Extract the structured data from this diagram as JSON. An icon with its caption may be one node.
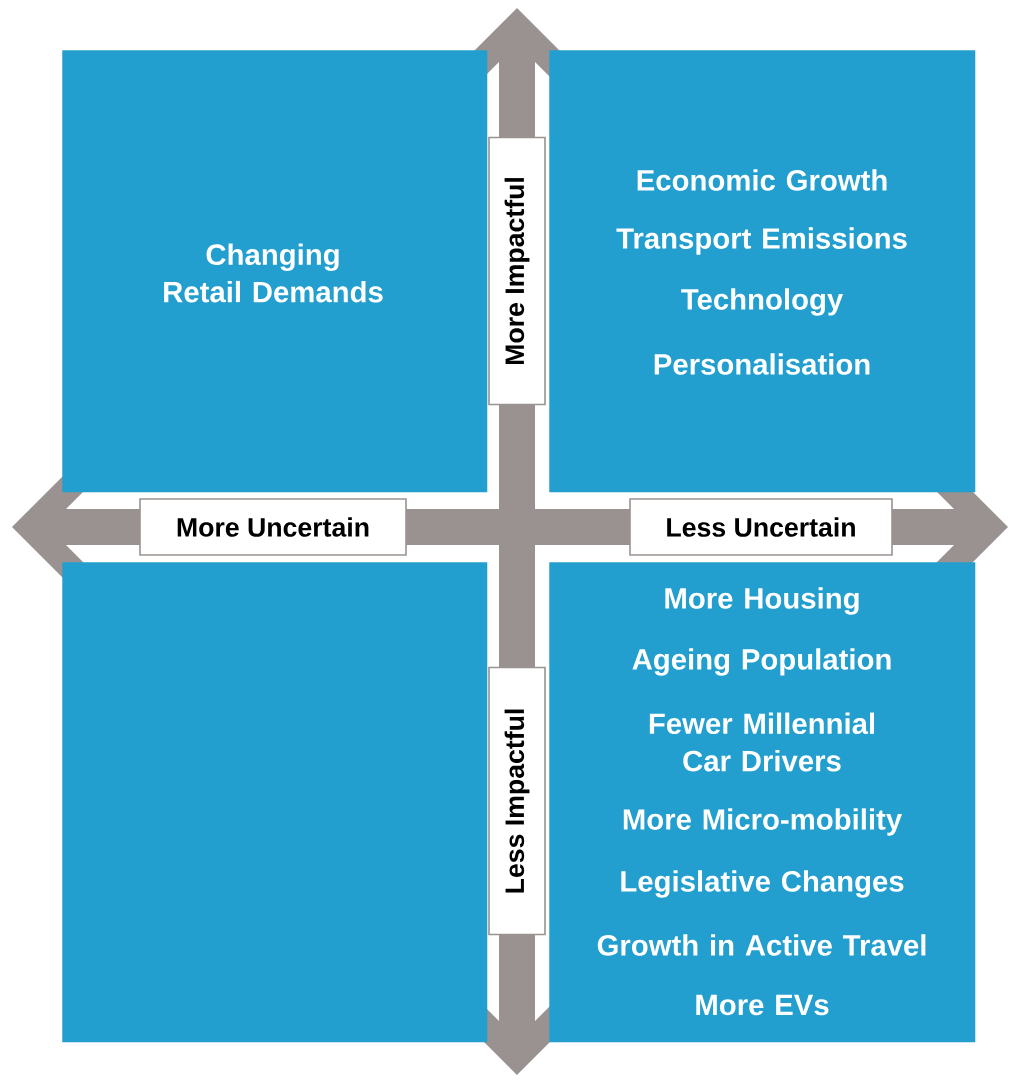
{
  "diagram": {
    "nodes": [
      {
        "text": [
          "Changing Retail Demands"
        ]
      },
      {
        "text": [
          "More Impactful"
        ]
      },
      {
        "text": [
          "Economic Growth",
          "Transport Emissions",
          "Technology",
          "Personalisation"
        ]
      },
      {
        "text": [
          "More Uncertain"
        ]
      },
      {
        "text": [
          "Less Uncertain"
        ]
      },
      {
        "text": [],
        "shape": "box"
      },
      {
        "text": [
          "Less Impactful"
        ]
      },
      {
        "text": [
          "More Housing",
          "Ageing Population",
          "Fewer Millennial Car Drivers",
          "More Micro-mobility",
          "Legislative Changes",
          "Growth in Active Travel",
          "More EVs"
        ]
      }
    ],
    "edges": []
  }
}
